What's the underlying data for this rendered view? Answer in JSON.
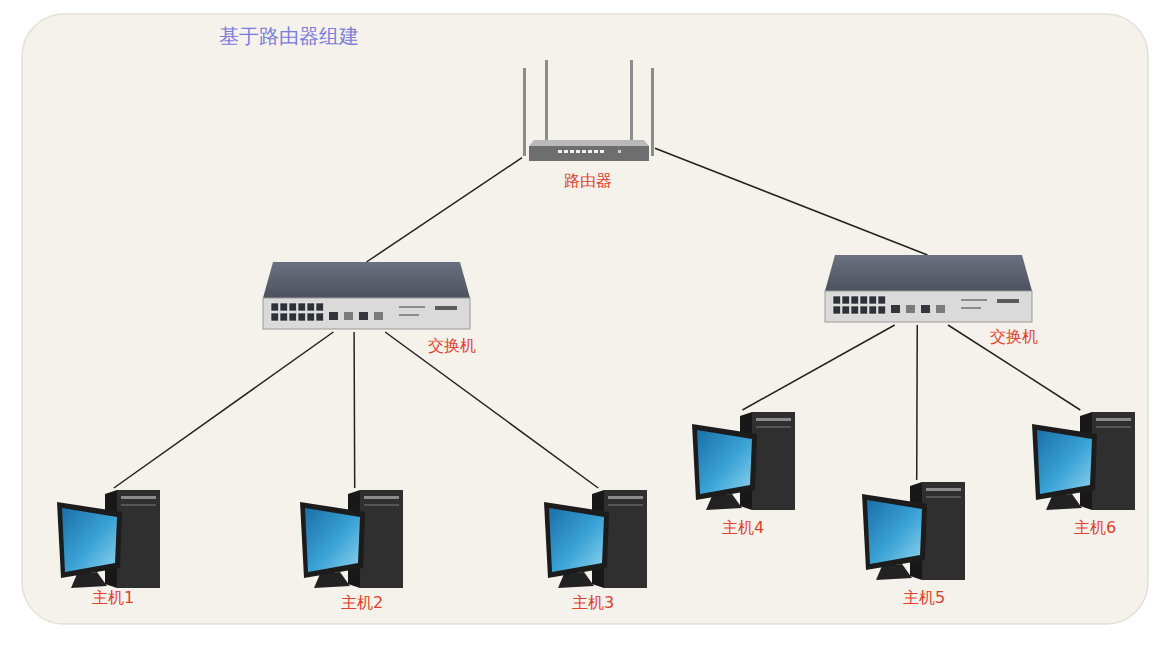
{
  "diagram": {
    "title": "基于路由器组建",
    "nodes": [
      {
        "text": [
          "路由器"
        ]
      },
      {
        "text": [
          "交换机"
        ]
      },
      {
        "text": [
          "交换机"
        ]
      },
      {
        "text": [
          "主机1"
        ]
      },
      {
        "text": [
          "主机2"
        ]
      },
      {
        "text": [
          "主机3"
        ]
      },
      {
        "text": [
          "主机4"
        ]
      },
      {
        "text": [
          "主机5"
        ]
      },
      {
        "text": [
          "主机6"
        ]
      }
    ],
    "edges": [
      {
        "from": 0,
        "to": 1,
        "arrow": "none"
      },
      {
        "from": 0,
        "to": 2,
        "arrow": "none"
      },
      {
        "from": 1,
        "to": 3,
        "arrow": "none"
      },
      {
        "from": 1,
        "to": 4,
        "arrow": "none"
      },
      {
        "from": 1,
        "to": 5,
        "arrow": "none"
      },
      {
        "from": 2,
        "to": 6,
        "arrow": "none"
      },
      {
        "from": 2,
        "to": 7,
        "arrow": "none"
      },
      {
        "from": 2,
        "to": 8,
        "arrow": "none"
      }
    ]
  }
}
